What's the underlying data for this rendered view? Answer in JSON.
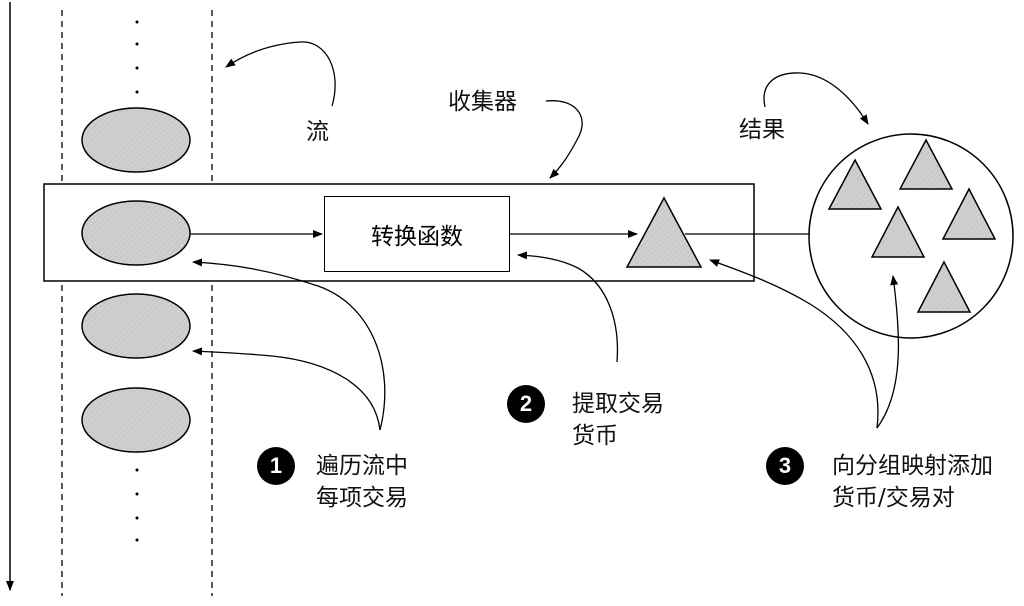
{
  "labels": {
    "stream": "流",
    "collector": "收集器",
    "result": "结果",
    "transform": "转换函数"
  },
  "steps": [
    {
      "number": "1",
      "line1": "遍历流中",
      "line2": "每项交易"
    },
    {
      "number": "2",
      "line1": "提取交易",
      "line2": "货币"
    },
    {
      "number": "3",
      "line1": "向分组映射添加",
      "line2": "货币/交易对"
    }
  ],
  "colors": {
    "shape_fill": "#cfcfcf",
    "stroke": "#000000",
    "background": "#ffffff"
  }
}
